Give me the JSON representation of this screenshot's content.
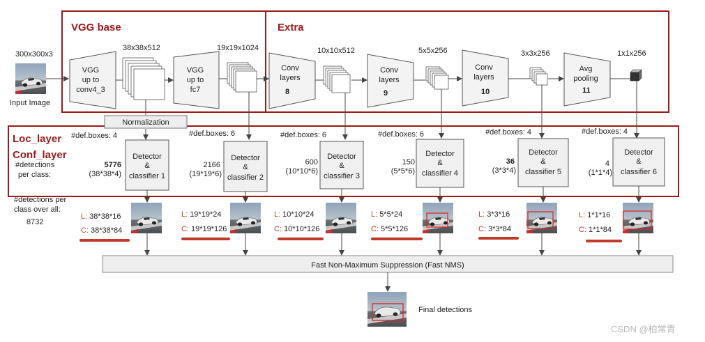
{
  "sections": {
    "vgg_base": "VGG base",
    "extra": "Extra",
    "loc_layer": "Loc_layer",
    "conf_layer": "Conf_layer"
  },
  "input": {
    "size": "300x300x3",
    "caption": "Input Image"
  },
  "vgg_blocks": [
    {
      "line1": "VGG",
      "line2": "up to",
      "line3": "conv4_3"
    },
    {
      "line1": "VGG",
      "line2": "up to",
      "line3": "fc7"
    }
  ],
  "extra_blocks": [
    {
      "line1": "Conv",
      "line2": "layers",
      "num": "8"
    },
    {
      "line1": "Conv",
      "line2": "layers",
      "num": "9"
    },
    {
      "line1": "Conv",
      "line2": "layers",
      "num": "10"
    },
    {
      "line1": "Avg",
      "line2": "pooling",
      "num": "11"
    }
  ],
  "feature_maps": [
    "38x38x512",
    "19x19x1024",
    "10x10x512",
    "5x5x256",
    "3x3x256",
    "1x1x256"
  ],
  "normalization": "Normalization",
  "left_labels": {
    "detections_per_class_1": "#detections",
    "detections_per_class_2": "per class:",
    "over_all_1": "#detections per",
    "over_all_2": "class over all:",
    "over_all_total": "8732"
  },
  "detectors": [
    {
      "boxes": "#def.boxes: 4",
      "line1": "Detector",
      "line2": "&",
      "line3": "classifier 1",
      "count": "5776",
      "formula": "(38*38*4)",
      "L_prefix": "L:",
      "L": "38*38*16",
      "C_prefix": "C:",
      "C": "38*38*84"
    },
    {
      "boxes": "#def.boxes: 6",
      "line1": "Detector",
      "line2": "&",
      "line3": "classifier 2",
      "count": "2166",
      "formula": "(19*19*6)",
      "L_prefix": "L:",
      "L": "19*19*24",
      "C_prefix": "C:",
      "C": "19*19*126"
    },
    {
      "boxes": "#def.boxes: 6",
      "line1": "Detector",
      "line2": "&",
      "line3": "classifier 3",
      "count": "600",
      "formula": "(10*10*6)",
      "L_prefix": "L:",
      "L": "10*10*24",
      "C_prefix": "C:",
      "C": "10*10*126"
    },
    {
      "boxes": "#def.boxes: 6",
      "line1": "Detector",
      "line2": "&",
      "line3": "classifier 4",
      "count": "150",
      "formula": "(5*5*6)",
      "L_prefix": "L:",
      "L": "5*5*24",
      "C_prefix": "C:",
      "C": "5*5*126"
    },
    {
      "boxes": "#def.boxes: 4",
      "line1": "Detector",
      "line2": "&",
      "line3": "classifier 5",
      "count": "36",
      "formula": "(3*3*4)",
      "L_prefix": "L:",
      "L": "3*3*16",
      "C_prefix": "C:",
      "C": "3*3*84"
    },
    {
      "boxes": "#def.boxes: 4",
      "line1": "Detector",
      "line2": "&",
      "line3": "classifier 6",
      "count": "4",
      "formula": "(1*1*4)",
      "L_prefix": "L:",
      "L": "1*1*16",
      "C_prefix": "C:",
      "C": "1*1*84"
    }
  ],
  "nms": "Fast Non-Maximum Suppression (Fast NMS)",
  "final": "Final detections",
  "watermark": "CSDN @柏常青",
  "colors": {
    "section_red": "#9a1a1a",
    "accent_red": "#c0392b",
    "underline_red": "#c0392b"
  }
}
